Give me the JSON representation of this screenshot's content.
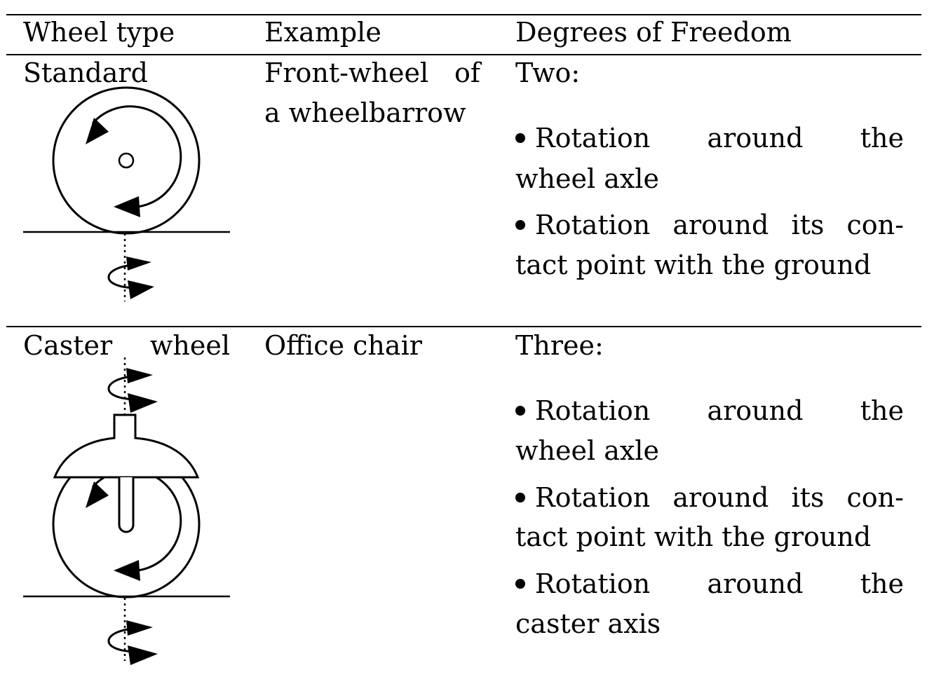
{
  "header": {
    "col1": "Wheel type",
    "col2": "Example",
    "col3": "Degrees of Freedom"
  },
  "rows": [
    {
      "type": "Standard",
      "example_line1_a": "Front-wheel",
      "example_line1_b": "of",
      "example_line2": "a wheelbarrow",
      "dof_label": "Two:",
      "bullets": [
        {
          "line1": [
            "Rotation",
            "around",
            "the"
          ],
          "line2": "wheel axle"
        },
        {
          "line1": [
            "Rotation",
            "around",
            "its",
            "con-"
          ],
          "line2": "tact point with the ground"
        }
      ],
      "icon": "standard-wheel-icon"
    },
    {
      "type_a": "Caster",
      "type_b": "wheel",
      "example": "Office chair",
      "dof_label": "Three:",
      "bullets": [
        {
          "line1": [
            "Rotation",
            "around",
            "the"
          ],
          "line2": "wheel axle"
        },
        {
          "line1": [
            "Rotation",
            "around",
            "its",
            "con-"
          ],
          "line2": "tact point with the ground"
        },
        {
          "line1": [
            "Rotation",
            "around",
            "the"
          ],
          "line2": "caster axis"
        }
      ],
      "icon": "caster-wheel-icon"
    }
  ]
}
